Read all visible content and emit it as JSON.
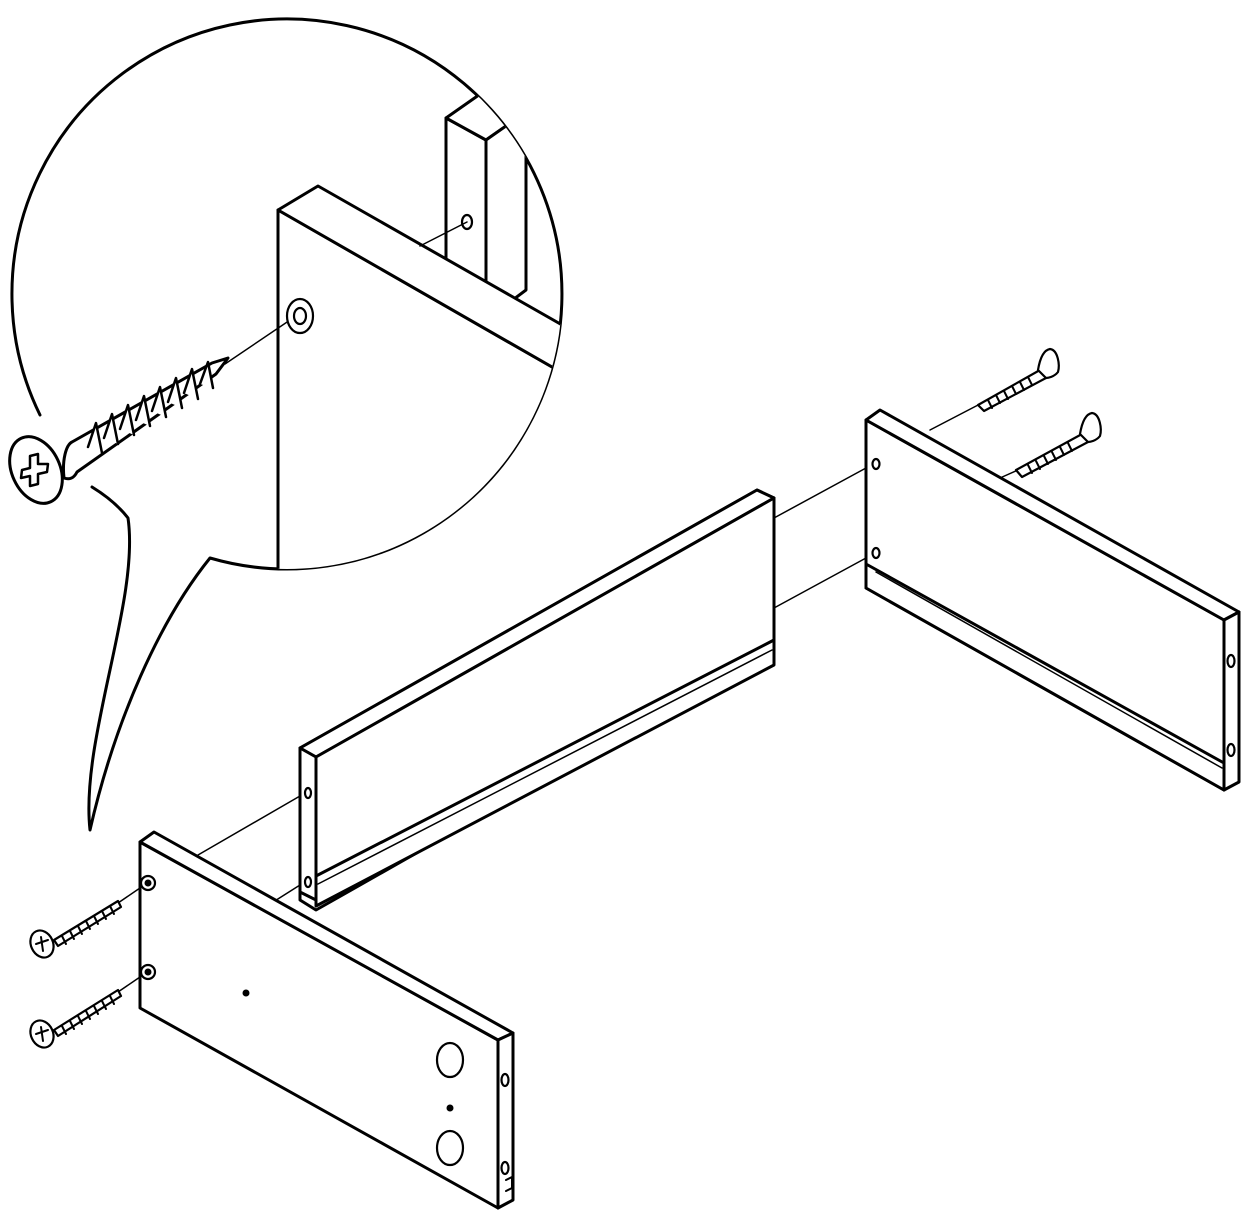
{
  "diagram": {
    "kind": "assembly-instruction",
    "colors": {
      "line": "#000000",
      "background": "#ffffff"
    },
    "parts": [
      {
        "name": "front-panel",
        "type": "board"
      },
      {
        "name": "back-rail",
        "type": "board"
      },
      {
        "name": "right-side-panel",
        "type": "board"
      },
      {
        "name": "screw",
        "type": "fastener",
        "quantity": 4
      }
    ],
    "detail": {
      "name": "screw-detail-callout",
      "icons": [
        "phillips-screw-icon"
      ]
    }
  }
}
